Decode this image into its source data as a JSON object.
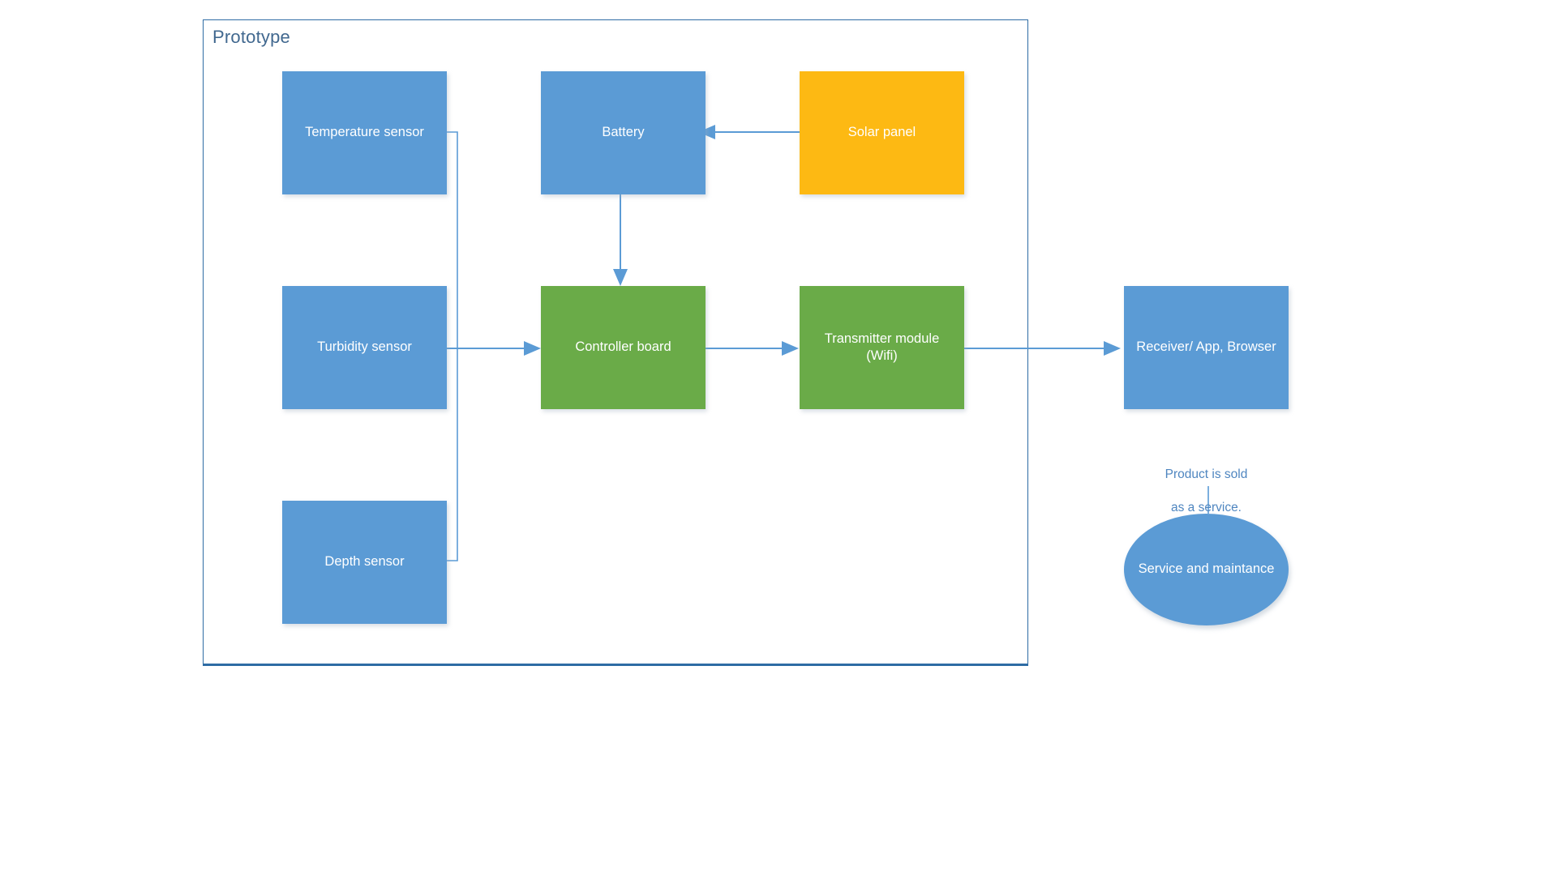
{
  "diagram": {
    "container": {
      "title": "Prototype",
      "border_color": "#2e6ca4"
    },
    "palette": {
      "blue": "#5b9bd5",
      "green": "#6aab48",
      "amber": "#fdb913",
      "connector": "#5b9bd5",
      "title_text": "#41688f",
      "annotation_text": "#4f86c0",
      "node_text": "#ffffff"
    },
    "nodes": [
      {
        "id": "temperature-sensor",
        "label": "Temperature sensor",
        "shape": "rect",
        "color": "blue"
      },
      {
        "id": "battery",
        "label": "Battery",
        "shape": "rect",
        "color": "blue"
      },
      {
        "id": "solar-panel",
        "label": "Solar panel",
        "shape": "rect",
        "color": "amber"
      },
      {
        "id": "turbidity-sensor",
        "label": "Turbidity sensor",
        "shape": "rect",
        "color": "blue"
      },
      {
        "id": "controller-board",
        "label": "Controller board",
        "shape": "rect",
        "color": "green"
      },
      {
        "id": "transmitter-module",
        "label_line1": "Transmitter module",
        "label_line2": "(Wifi)",
        "shape": "rect",
        "color": "green"
      },
      {
        "id": "receiver",
        "label": "Receiver/ App, Browser",
        "shape": "rect",
        "color": "blue"
      },
      {
        "id": "depth-sensor",
        "label": "Depth sensor",
        "shape": "rect",
        "color": "blue"
      },
      {
        "id": "service-maintance",
        "label_line1": "Service and",
        "label_line2": "maintance",
        "shape": "ellipse",
        "color": "blue"
      }
    ],
    "annotations": [
      {
        "id": "product-service-note",
        "line1": "Product is sold",
        "line2": "as a service."
      }
    ],
    "edges": [
      {
        "from": "solar-panel",
        "to": "battery",
        "arrow": true,
        "direction": "left"
      },
      {
        "from": "battery",
        "to": "controller-board",
        "arrow": true,
        "direction": "down"
      },
      {
        "from": "temperature-sensor",
        "to": "controller-board",
        "arrow": false,
        "direction": "bus"
      },
      {
        "from": "turbidity-sensor",
        "to": "controller-board",
        "arrow": true,
        "direction": "right"
      },
      {
        "from": "depth-sensor",
        "to": "controller-board",
        "arrow": false,
        "direction": "bus"
      },
      {
        "from": "controller-board",
        "to": "transmitter-module",
        "arrow": true,
        "direction": "right"
      },
      {
        "from": "transmitter-module",
        "to": "receiver",
        "arrow": true,
        "direction": "right"
      },
      {
        "from": "product-service-note",
        "to": "service-maintance",
        "arrow": false,
        "direction": "down"
      }
    ]
  }
}
